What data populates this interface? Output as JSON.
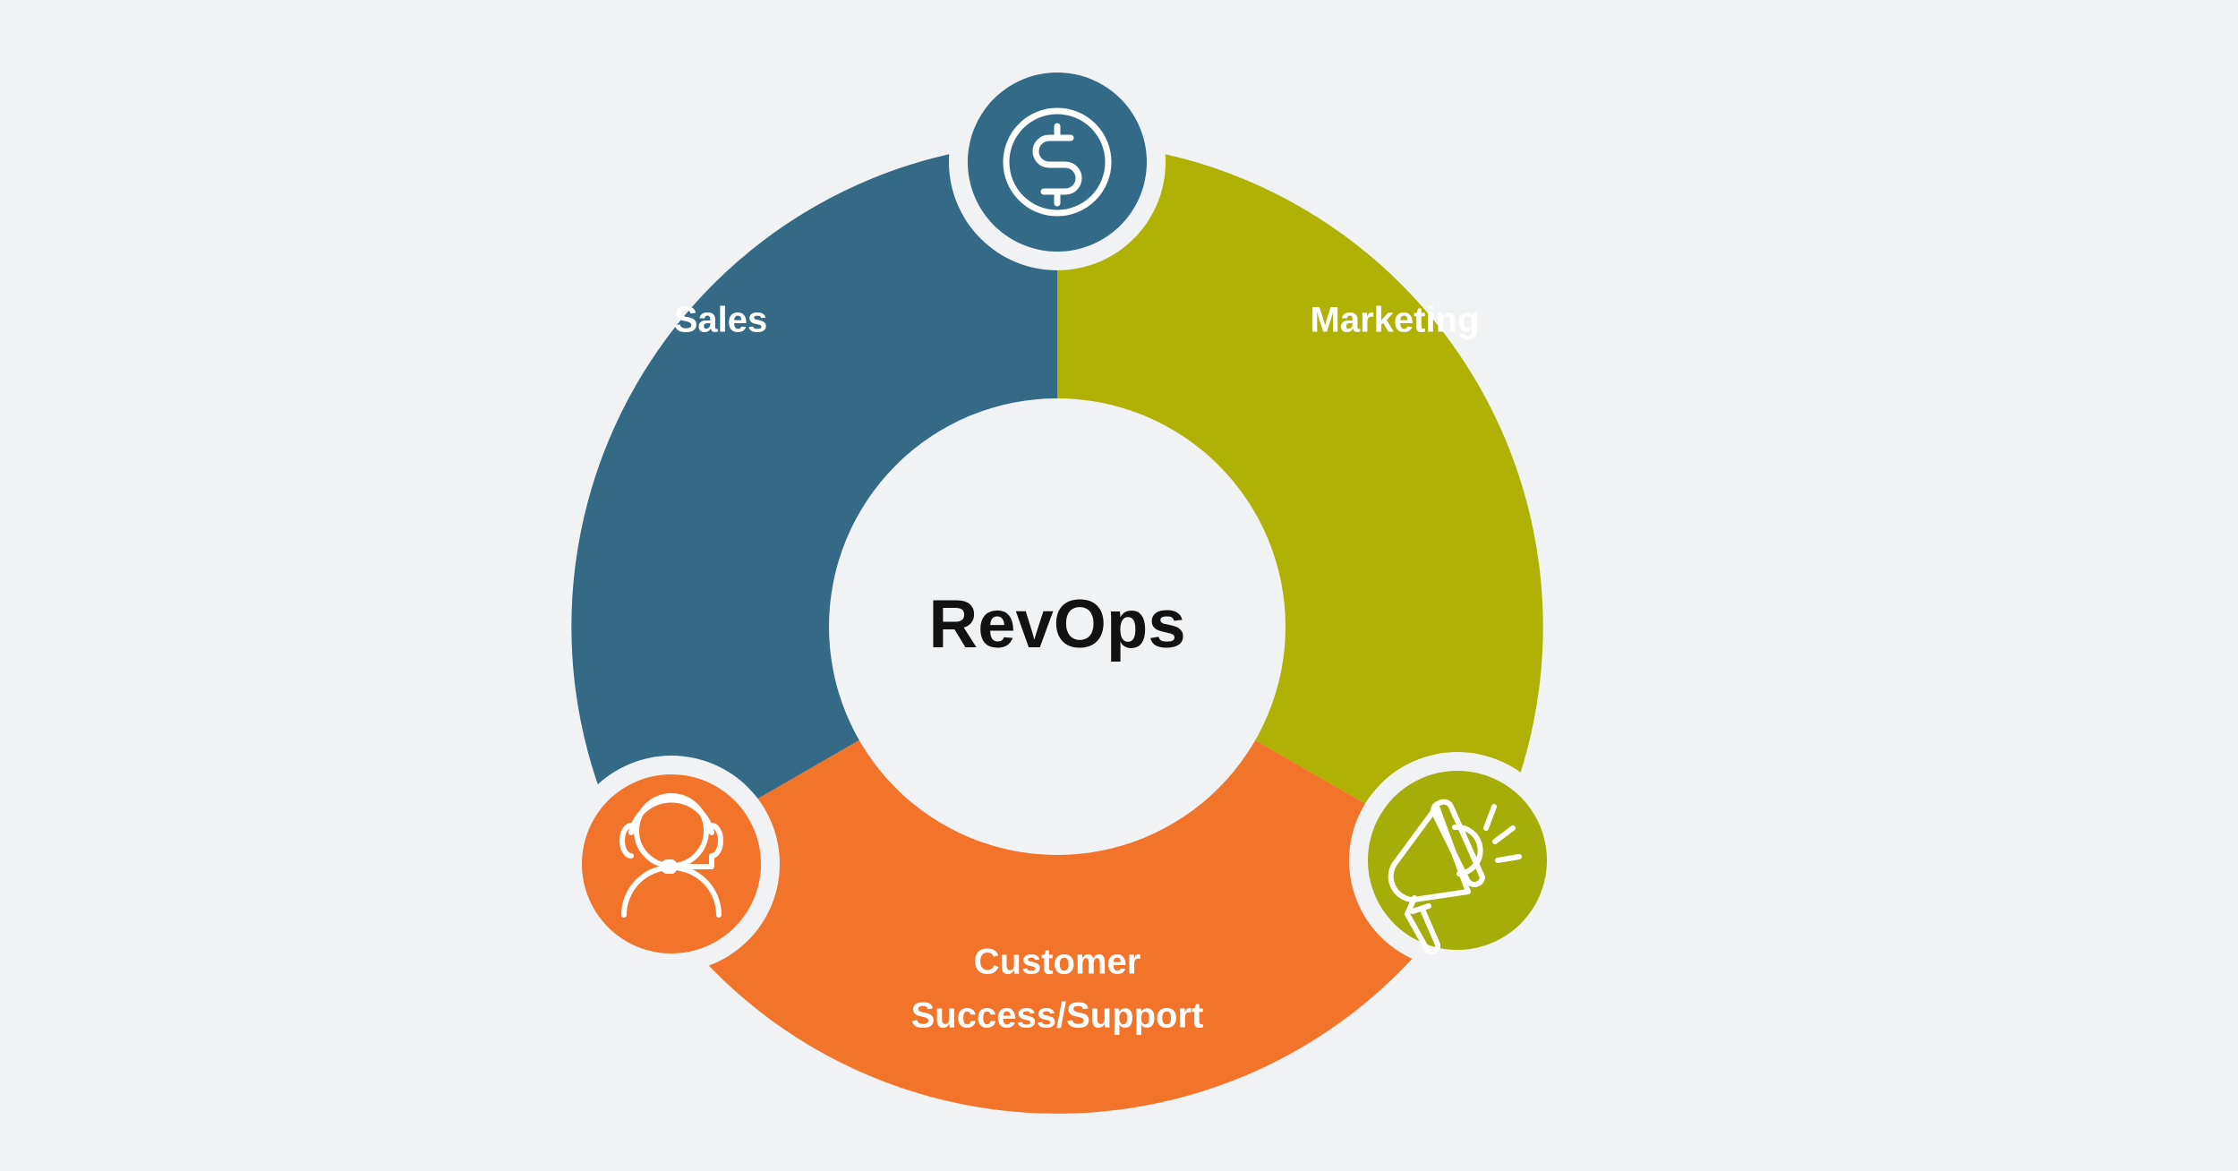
{
  "diagram": {
    "type": "three-segment-donut",
    "background_color": "#F0F2F4",
    "center": {
      "label": "RevOps",
      "fill": "#F0F2F4",
      "text_color": "#121212"
    },
    "segments": [
      {
        "id": "sales",
        "label": "Sales",
        "color": "#356A87",
        "icon": "dollar-circle-icon",
        "icon_circle_color": "#336A87",
        "position": "left"
      },
      {
        "id": "marketing",
        "label": "Marketing",
        "color": "#AFB204",
        "icon": "megaphone-icon",
        "icon_circle_color": "#A5AD09",
        "position": "right"
      },
      {
        "id": "customer-success-support",
        "label": "Customer\nSuccess/Support",
        "label_line1": "Customer",
        "label_line2": "Success/Support",
        "color": "#F1742A",
        "icon": "headset-support-icon",
        "icon_circle_color": "#F1742A",
        "position": "bottom"
      }
    ]
  }
}
